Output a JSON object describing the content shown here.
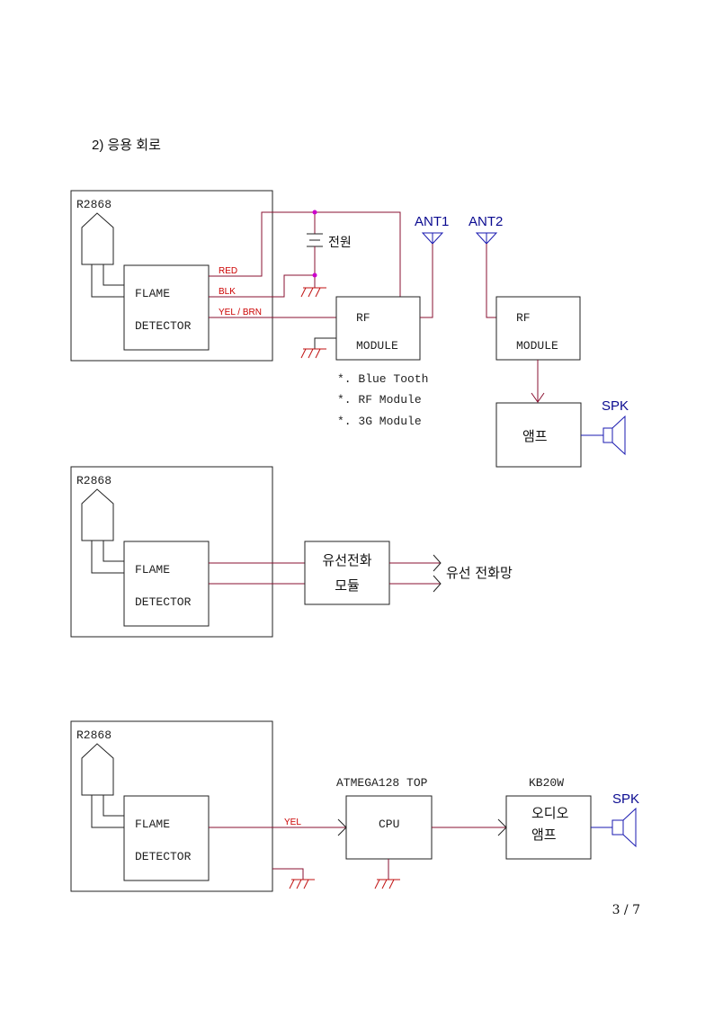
{
  "heading": "2) 응용 회로",
  "page_number": "3 / 7",
  "diagram1": {
    "sensor_part": "R2868",
    "detector_line1": "FLAME",
    "detector_line2": "DETECTOR",
    "wire_red": "RED",
    "wire_blk": "BLK",
    "wire_yel_brn": "YEL / BRN",
    "power_label": "전원",
    "ant1": "ANT1",
    "ant2": "ANT2",
    "rf1_line1": "RF",
    "rf1_line2": "MODULE",
    "rf2_line1": "RF",
    "rf2_line2": "MODULE",
    "notes": [
      "*. Blue Tooth",
      "*. RF Module",
      "*. 3G Module"
    ],
    "amp_label": "앰프",
    "spk_label": "SPK"
  },
  "diagram2": {
    "sensor_part": "R2868",
    "detector_line1": "FLAME",
    "detector_line2": "DETECTOR",
    "module_line1": "유선전화",
    "module_line2": "모듈",
    "network_label": "유선 전화망"
  },
  "diagram3": {
    "sensor_part": "R2868",
    "detector_line1": "FLAME",
    "detector_line2": "DETECTOR",
    "wire_yel": "YEL",
    "cpu_title": "ATMEGA128 TOP",
    "cpu_label": "CPU",
    "amp_title": "KB20W",
    "amp_line1": "오디오",
    "amp_line2": "앰프",
    "spk_label": "SPK"
  },
  "colors": {
    "wire": "#8a1030",
    "label_red": "#cc0000",
    "blue": "#1a1ab0",
    "node": "#cc00cc"
  }
}
